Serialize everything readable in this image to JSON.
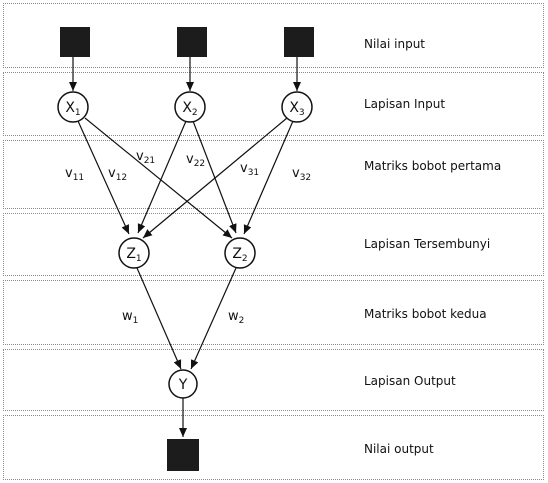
{
  "layers": [
    {
      "label": "Nilai input"
    },
    {
      "label": "Lapisan Input"
    },
    {
      "label": "Matriks bobot pertama"
    },
    {
      "label": "Lapisan Tersembunyi"
    },
    {
      "label": "Matriks bobot kedua"
    },
    {
      "label": "Lapisan Output"
    },
    {
      "label": "Nilai output"
    }
  ],
  "input_nodes": [
    {
      "base": "X",
      "sub": "1"
    },
    {
      "base": "X",
      "sub": "2"
    },
    {
      "base": "X",
      "sub": "3"
    }
  ],
  "hidden_nodes": [
    {
      "base": "Z",
      "sub": "1"
    },
    {
      "base": "Z",
      "sub": "2"
    }
  ],
  "output_node": {
    "base": "Y"
  },
  "weights_first": [
    {
      "base": "v",
      "sub": "11"
    },
    {
      "base": "v",
      "sub": "12"
    },
    {
      "base": "v",
      "sub": "21"
    },
    {
      "base": "v",
      "sub": "22"
    },
    {
      "base": "v",
      "sub": "31"
    },
    {
      "base": "v",
      "sub": "32"
    }
  ],
  "weights_second": [
    {
      "base": "w",
      "sub": "1"
    },
    {
      "base": "w",
      "sub": "2"
    }
  ],
  "colors": {
    "box_fill": "#1c1c1c",
    "line": "#111111",
    "band_border": "#8a8a8a"
  }
}
